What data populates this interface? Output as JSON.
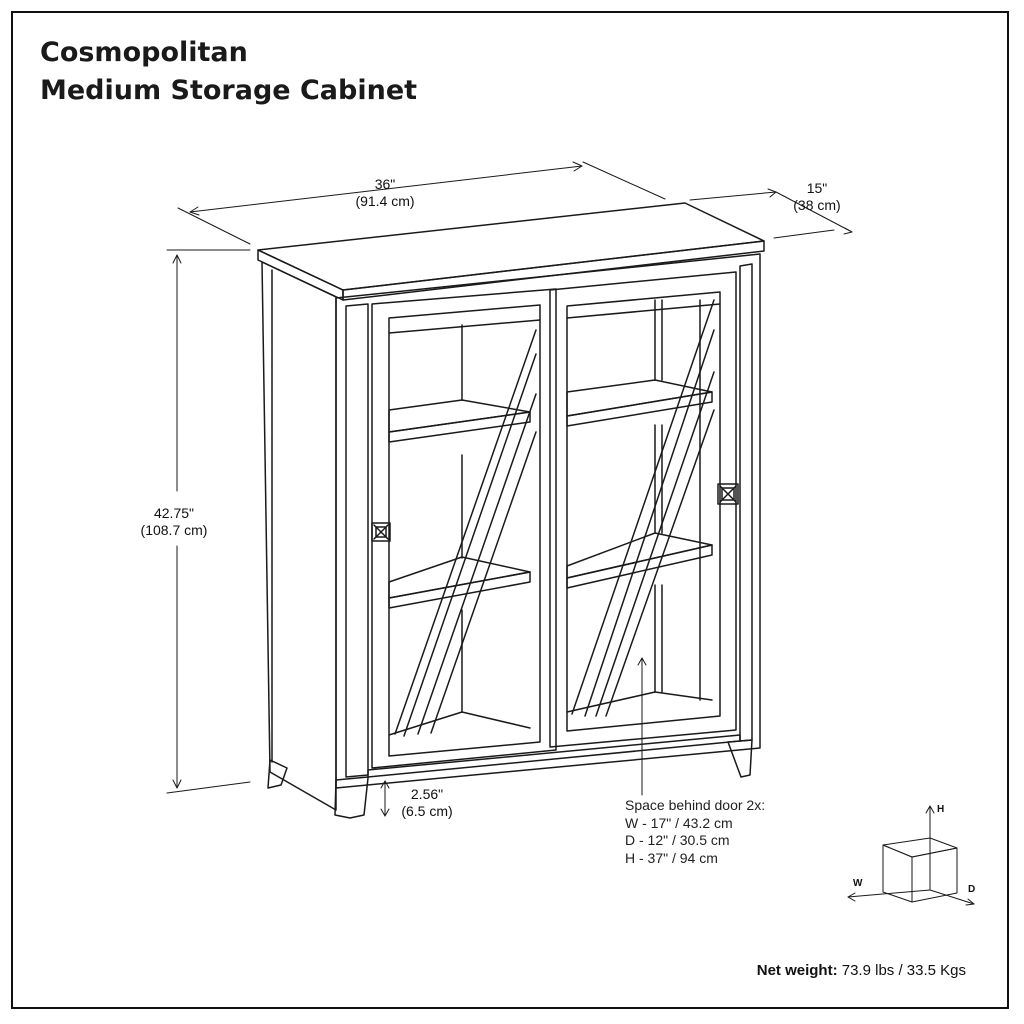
{
  "title": {
    "line1": "Cosmopolitan",
    "line2": "Medium Storage Cabinet"
  },
  "dimensions": {
    "width": {
      "imperial": "36\"",
      "metric": "(91.4 cm)"
    },
    "depth": {
      "imperial": "15\"",
      "metric": "(38 cm)"
    },
    "height": {
      "imperial": "42.75\"",
      "metric": "(108.7 cm)"
    },
    "leg_clearance": {
      "imperial": "2.56\"",
      "metric": "(6.5 cm)"
    }
  },
  "interior_note": {
    "heading": "Space behind door 2x:",
    "width": "W - 17\" / 43.2 cm",
    "depth": "D - 12\" / 30.5 cm",
    "height": "H - 37\" / 94 cm"
  },
  "axis_legend": {
    "h": "H",
    "w": "W",
    "d": "D"
  },
  "weight": {
    "label": "Net weight:",
    "value": "73.9 lbs / 33.5 Kgs"
  },
  "colors": {
    "line": "#1a1a1a",
    "background": "#ffffff"
  }
}
